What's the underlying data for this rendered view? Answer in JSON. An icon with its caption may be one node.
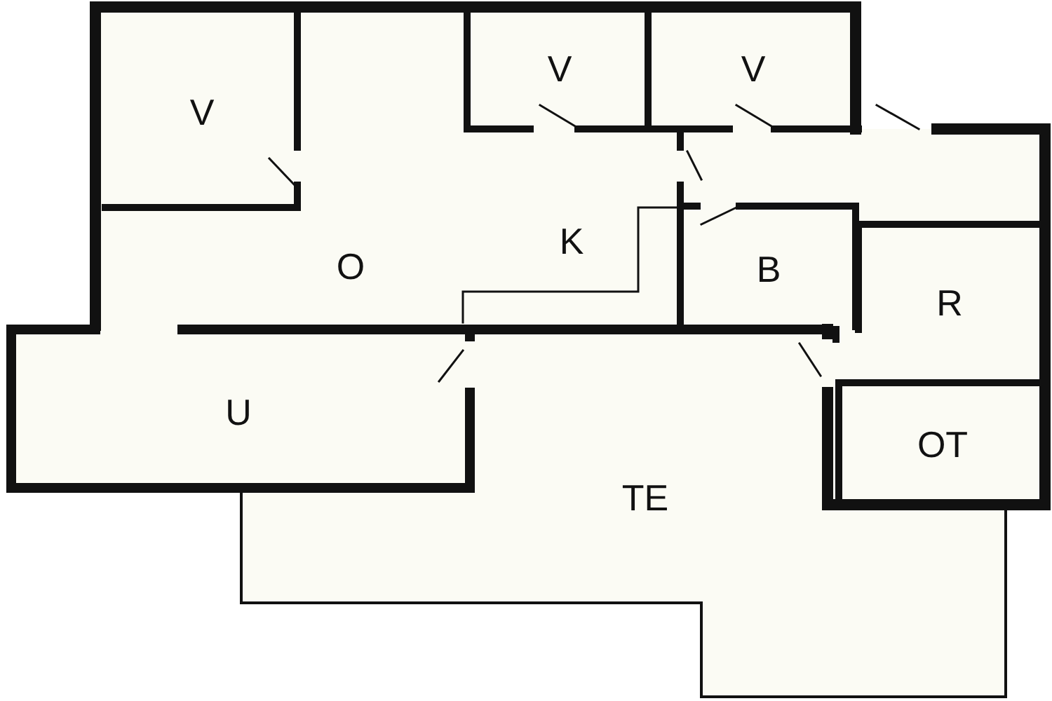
{
  "diagram": {
    "nodes": [
      {
        "text": [
          "V"
        ]
      },
      {
        "text": [
          "V"
        ]
      },
      {
        "text": [
          "V"
        ]
      },
      {
        "text": [
          "O"
        ]
      },
      {
        "text": [
          "K"
        ]
      },
      {
        "text": [
          "B"
        ]
      },
      {
        "text": [
          "R"
        ]
      },
      {
        "text": [
          "U"
        ]
      },
      {
        "text": [
          "TE"
        ]
      },
      {
        "text": [
          "OT"
        ]
      }
    ],
    "edges": []
  }
}
